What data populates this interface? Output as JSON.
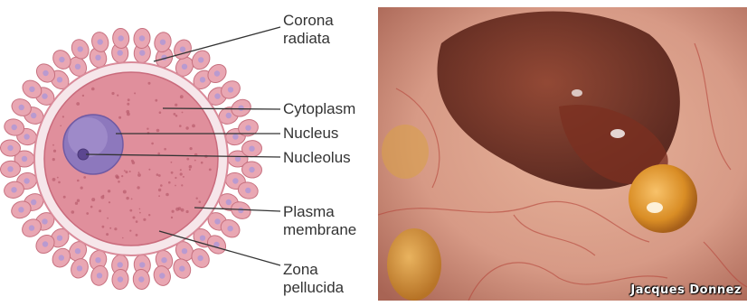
{
  "labels": {
    "corona_radiata": [
      "Corona",
      "radiata"
    ],
    "cytoplasm": [
      "Cytoplasm"
    ],
    "nucleus": [
      "Nucleus"
    ],
    "nucleolus": [
      "Nucleolus"
    ],
    "plasma_membrane": [
      "Plasma",
      "membrane"
    ],
    "zona_pellucida": [
      "Zona",
      "pellucida"
    ]
  },
  "photo": {
    "credit": "Jacques Donnez"
  },
  "colors": {
    "corona_cell": "#e9a7b3",
    "corona_nucleus": "#b99ad0",
    "zona": "#f6e6ea",
    "cytoplasm": "#e08f9c",
    "nucleus": "#8d78bd",
    "leader_line": "#333333"
  }
}
